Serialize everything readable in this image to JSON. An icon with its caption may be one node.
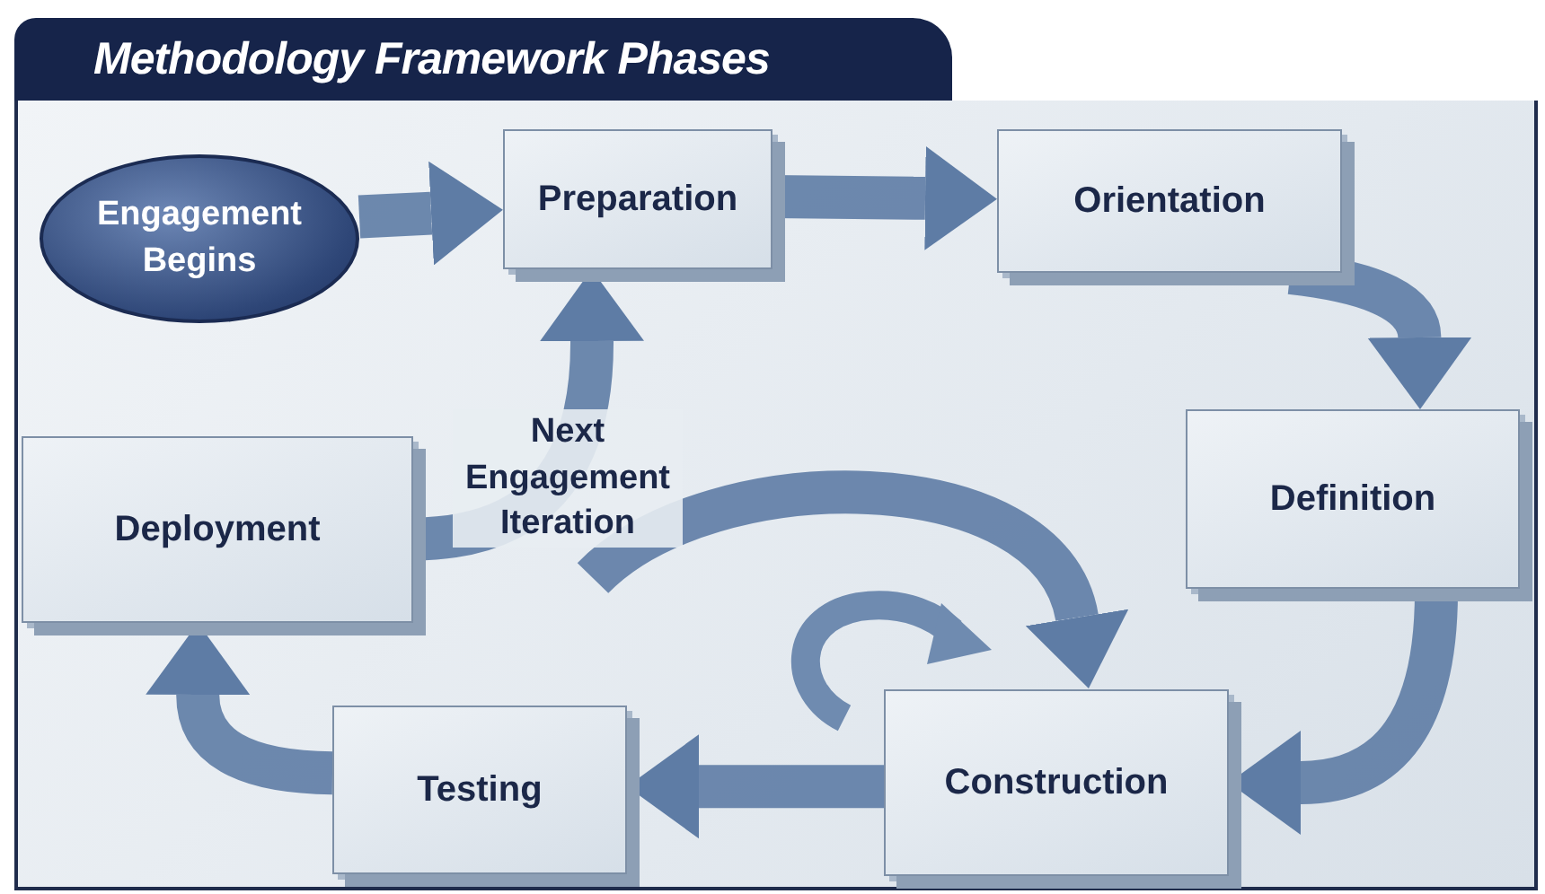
{
  "diagram": {
    "title": "Methodology Framework Phases",
    "nodes": [
      {
        "text": [
          "Engagement Begins"
        ]
      },
      {
        "text": [
          "Preparation"
        ]
      },
      {
        "text": [
          "Orientation"
        ]
      },
      {
        "text": [
          "Definition"
        ]
      },
      {
        "text": [
          "Construction"
        ]
      },
      {
        "text": [
          "Testing"
        ]
      },
      {
        "text": [
          "Deployment"
        ]
      }
    ],
    "edges": [
      {
        "from": 0,
        "to": 1,
        "arrow": "to"
      },
      {
        "from": 1,
        "to": 2,
        "arrow": "to"
      },
      {
        "from": 2,
        "to": 3,
        "arrow": "to"
      },
      {
        "from": 3,
        "to": 4,
        "arrow": "to"
      },
      {
        "from": 4,
        "to": 5,
        "arrow": "to"
      },
      {
        "from": 5,
        "to": 6,
        "arrow": "to"
      },
      {
        "from": 6,
        "to": 1,
        "arrow": "to",
        "label": "Next Engagement Iteration"
      },
      {
        "from": null,
        "to": 4,
        "arrow": "to"
      }
    ]
  }
}
